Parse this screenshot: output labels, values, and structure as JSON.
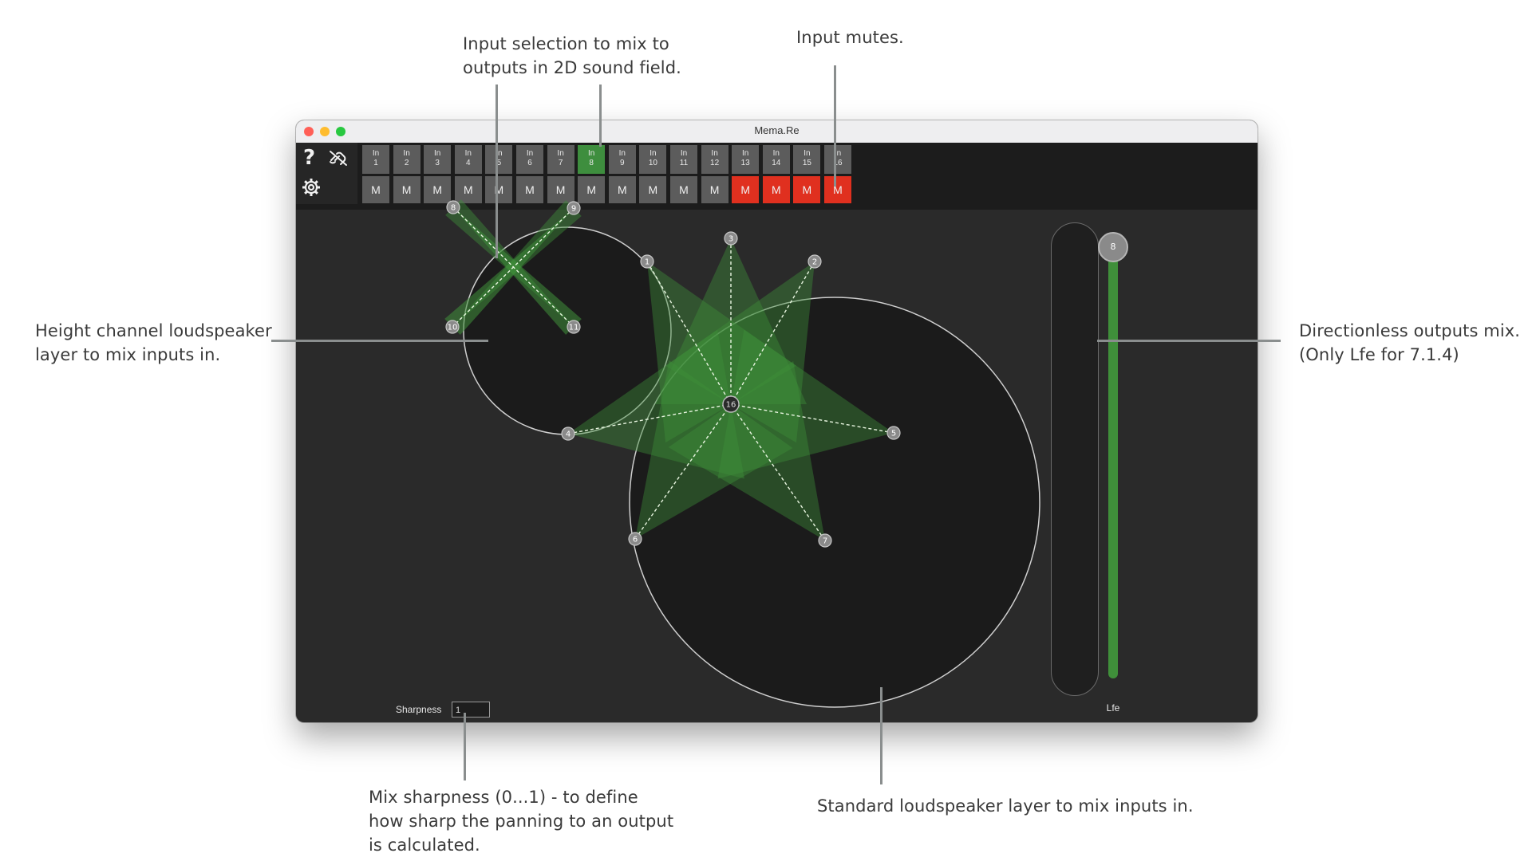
{
  "window": {
    "title": "Mema.Re"
  },
  "annotations": {
    "input_selection": "Input selection to mix to\noutputs in 2D sound field.",
    "input_mutes": "Input mutes.",
    "height_layer": "Height channel loudspeaker\nlayer to mix inputs in.",
    "directionless": "Directionless outputs mix.\n(Only Lfe for 7.1.4)",
    "sharpness": "Mix sharpness (0...1) - to define\nhow sharp the panning to an output\nis calculated.",
    "standard_layer": "Standard loudspeaker layer to mix inputs in."
  },
  "toolbar": {
    "help_icon": "question-mark-icon",
    "link_icon": "unlink-icon",
    "settings_icon": "gear-icon",
    "inputs": [
      {
        "prefix": "In",
        "num": "1"
      },
      {
        "prefix": "In",
        "num": "2"
      },
      {
        "prefix": "In",
        "num": "3"
      },
      {
        "prefix": "In",
        "num": "4"
      },
      {
        "prefix": "In",
        "num": "5"
      },
      {
        "prefix": "In",
        "num": "6"
      },
      {
        "prefix": "In",
        "num": "7"
      },
      {
        "prefix": "In",
        "num": "8"
      },
      {
        "prefix": "In",
        "num": "9"
      },
      {
        "prefix": "In",
        "num": "10"
      },
      {
        "prefix": "In",
        "num": "11"
      },
      {
        "prefix": "In",
        "num": "12"
      },
      {
        "prefix": "In",
        "num": "13"
      },
      {
        "prefix": "In",
        "num": "14"
      },
      {
        "prefix": "In",
        "num": "15"
      },
      {
        "prefix": "In",
        "num": "16"
      }
    ],
    "selected_input": 8,
    "mute_label": "M",
    "muted": [
      false,
      false,
      false,
      false,
      false,
      false,
      false,
      false,
      false,
      false,
      false,
      false,
      true,
      true,
      true,
      true
    ]
  },
  "height_layer": {
    "speakers": [
      "8",
      "9",
      "10",
      "11"
    ]
  },
  "standard_layer": {
    "speakers": [
      "1",
      "2",
      "3",
      "4",
      "5",
      "6",
      "7"
    ],
    "source": "16"
  },
  "lfe": {
    "label": "Lfe",
    "source": "8",
    "level": 1.0
  },
  "sharpness": {
    "label": "Sharpness",
    "value": "1"
  },
  "colors": {
    "selected": "#3e8e3e",
    "muted": "#e0301f",
    "panel": "#2a2a2a",
    "toolbar": "#1c1c1c",
    "mix_fill": "#3f8f3a",
    "traffic_red": "#ff5f57",
    "traffic_yellow": "#febc2e",
    "traffic_green": "#28c840"
  }
}
